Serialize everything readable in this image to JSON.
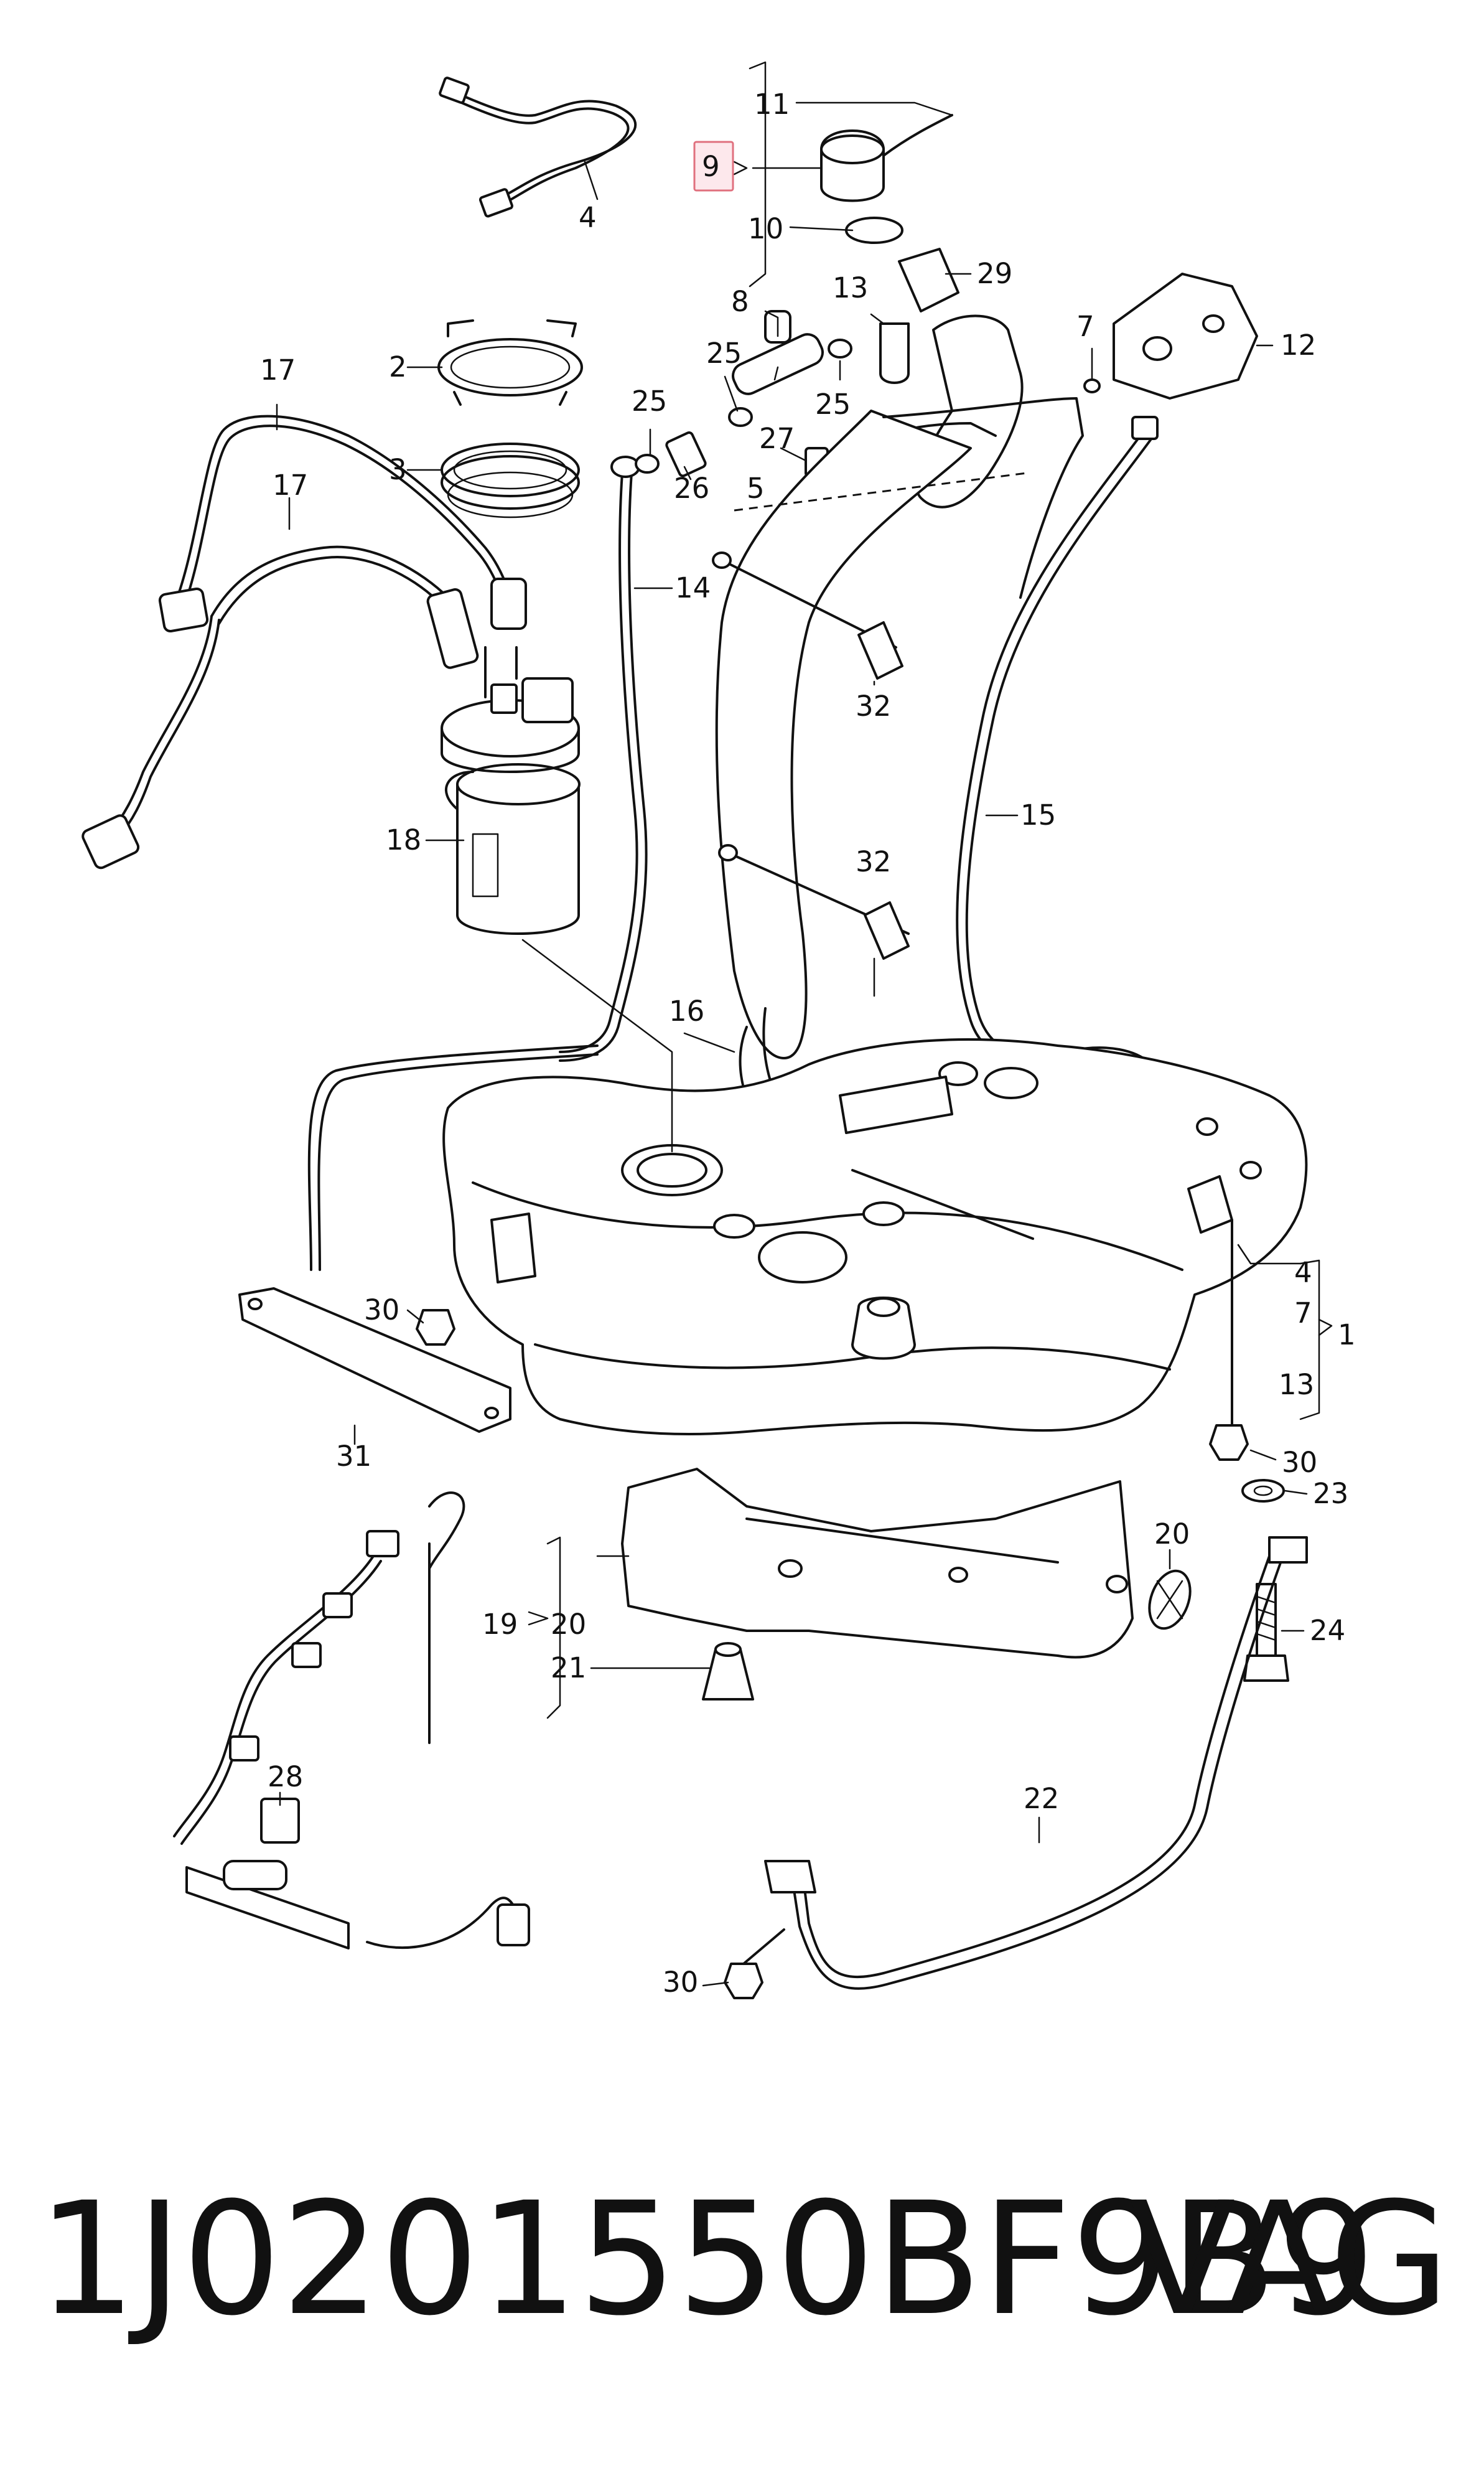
{
  "highlighted_part": "9",
  "callouts": {
    "c1": "1",
    "c2": "2",
    "c3": "3",
    "c4a": "4",
    "c4b": "4",
    "c5": "5",
    "c7a": "7",
    "c7b": "7",
    "c8": "8",
    "c9": "9",
    "c10": "10",
    "c11": "11",
    "c12": "12",
    "c13a": "13",
    "c13b": "13",
    "c14": "14",
    "c15": "15",
    "c16": "16",
    "c17a": "17",
    "c17b": "17",
    "c18": "18",
    "c19": "19",
    "c20a": "20",
    "c20b": "20",
    "c21": "21",
    "c22": "22",
    "c23": "23",
    "c24": "24",
    "c25a": "25",
    "c25b": "25",
    "c25c": "25",
    "c26": "26",
    "c27": "27",
    "c28": "28",
    "c29": "29",
    "c30a": "30",
    "c30b": "30",
    "c30c": "30",
    "c31": "31",
    "c32a": "32",
    "c32b": "32"
  },
  "caption": {
    "part_number": "1J0201550BF9B9",
    "brand": "VAG"
  }
}
